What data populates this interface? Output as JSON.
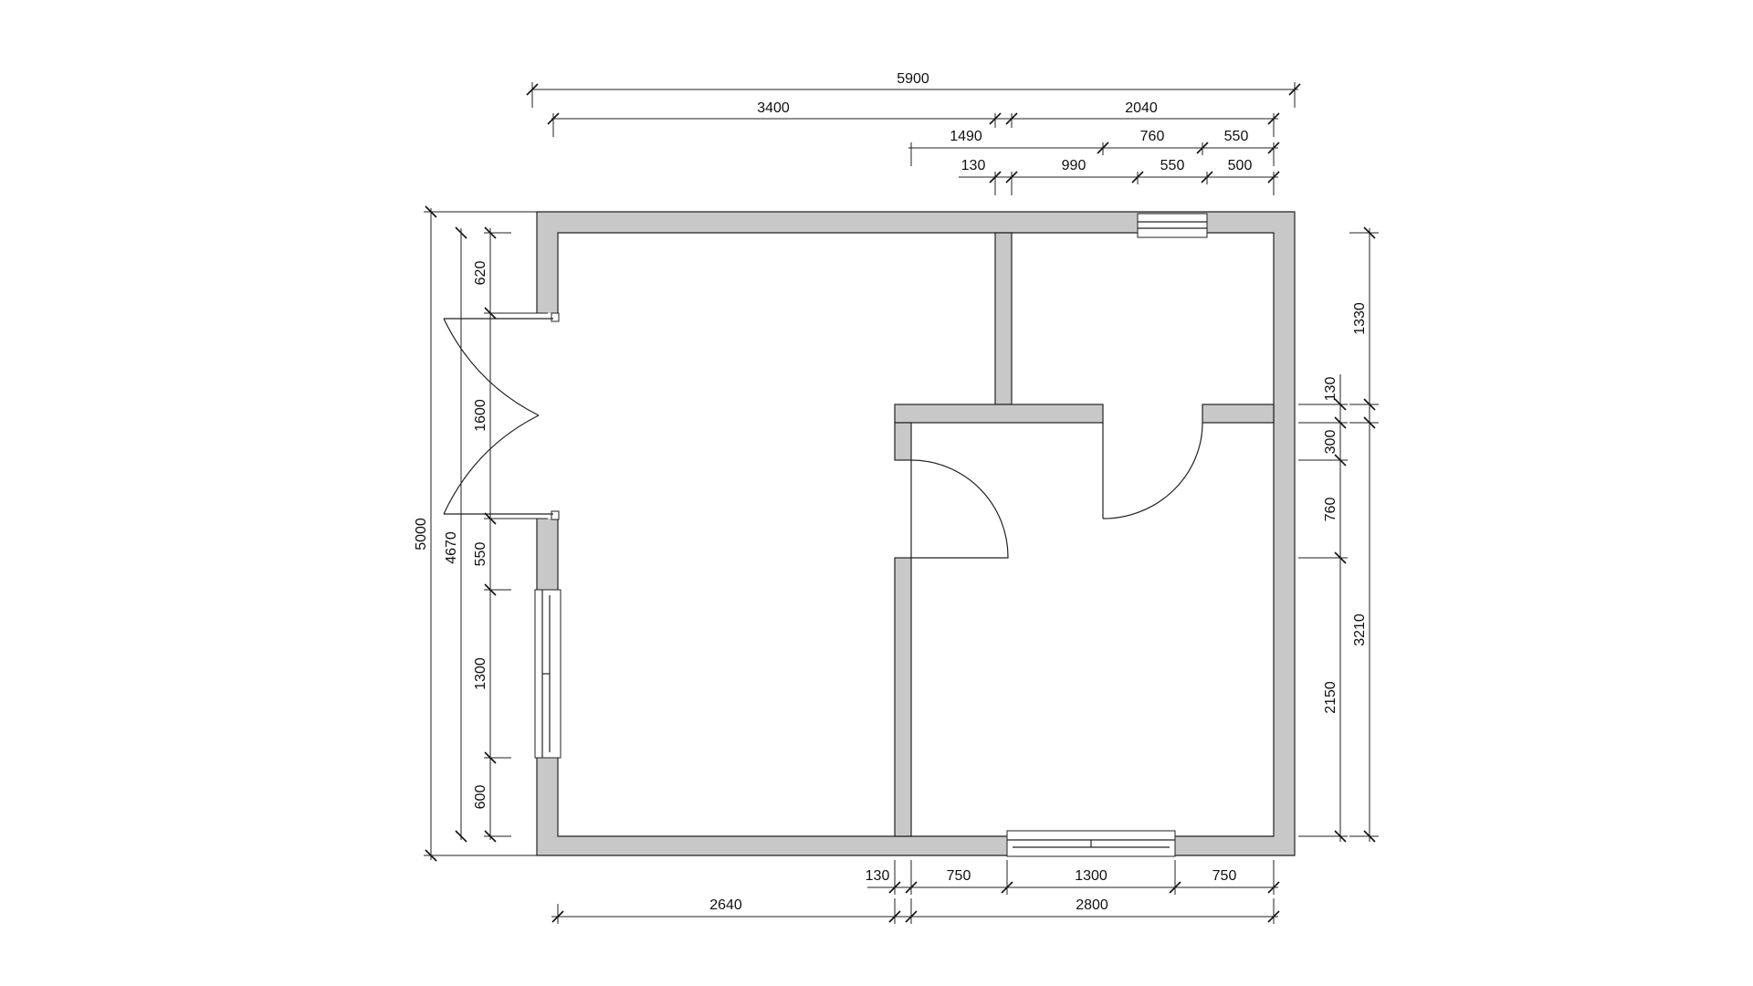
{
  "drawing": {
    "kind": "floor-plan",
    "units": "mm",
    "colors": {
      "wall_fill": "#c8c8c8",
      "line": "#222222",
      "background": "#ffffff"
    }
  },
  "dimensions": {
    "top": {
      "overall": "5900",
      "row2": [
        "3400",
        "2040"
      ],
      "row3": [
        "1490",
        "760",
        "550"
      ],
      "row4": [
        "130",
        "990",
        "550",
        "500"
      ]
    },
    "left": {
      "overall": "5000",
      "inner": "4670",
      "segments": [
        "620",
        "1600",
        "550",
        "1300",
        "600"
      ]
    },
    "right": {
      "outer": [
        "1330",
        "3210"
      ],
      "inner": [
        "130",
        "300",
        "760",
        "2150"
      ]
    },
    "bottom": {
      "row1": [
        "130",
        "750",
        "1300",
        "750"
      ],
      "row2": [
        "2640",
        "2800"
      ]
    }
  }
}
